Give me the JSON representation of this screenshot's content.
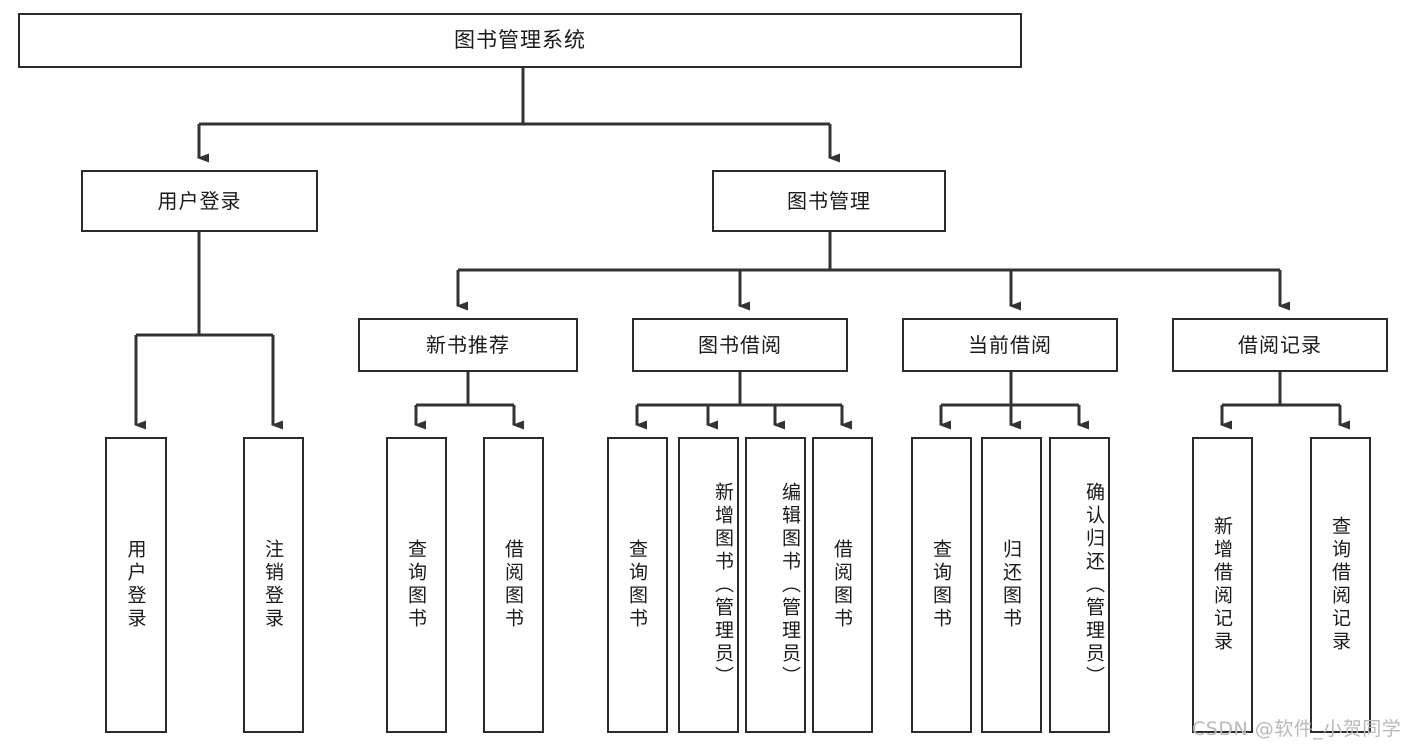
{
  "diagram": {
    "type": "tree",
    "title": "图书管理系统",
    "watermark": "CSDN @软件_小贺同学",
    "colors": {
      "box_border": "#2b2b2b",
      "box_fill": "#ffffff",
      "connector": "#333333",
      "text": "#1a1a1a",
      "watermark": "#b9b9b9"
    },
    "nodes": {
      "root": {
        "label": "图书管理系统"
      },
      "level2": [
        {
          "label": "用户登录"
        },
        {
          "label": "图书管理"
        }
      ],
      "level3": [
        {
          "label": "新书推荐"
        },
        {
          "label": "图书借阅"
        },
        {
          "label": "当前借阅"
        },
        {
          "label": "借阅记录"
        }
      ],
      "leaves": {
        "user_login": [
          {
            "label": "用户登录"
          },
          {
            "label": "注销登录"
          }
        ],
        "new_book_rec": [
          {
            "label": "查询图书"
          },
          {
            "label": "借阅图书"
          }
        ],
        "book_borrow": [
          {
            "label": "查询图书"
          },
          {
            "label": "新增图书（管理员）"
          },
          {
            "label": "编辑图书（管理员）"
          },
          {
            "label": "借阅图书"
          }
        ],
        "current_borrow": [
          {
            "label": "查询图书"
          },
          {
            "label": "归还图书"
          },
          {
            "label": "确认归还（管理员）"
          }
        ],
        "borrow_record": [
          {
            "label": "新增借阅记录"
          },
          {
            "label": "查询借阅记录"
          }
        ]
      }
    }
  }
}
